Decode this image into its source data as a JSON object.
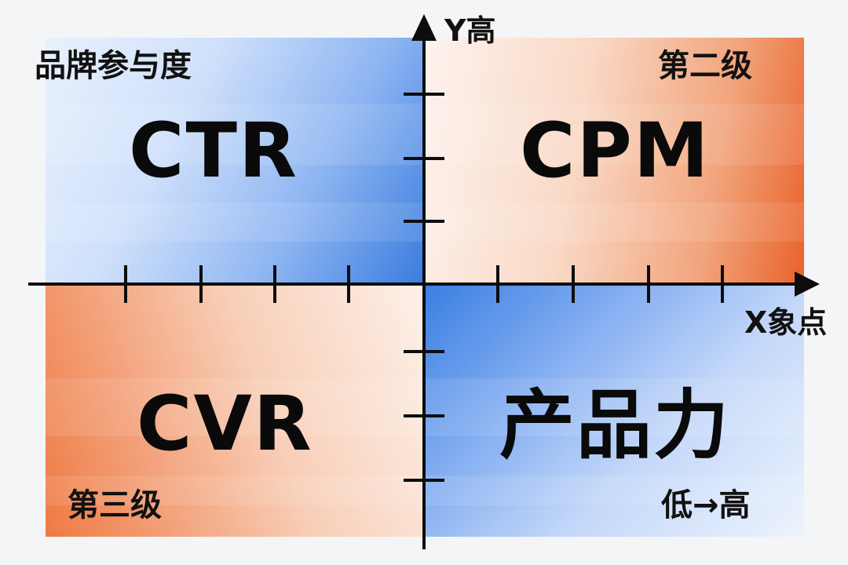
{
  "axes": {
    "y_label": "Y高",
    "x_label": "X象点"
  },
  "quadrants": {
    "top_left": {
      "corner_label": "品牌参与度",
      "main_label": "CTR",
      "color": "#3b7de0"
    },
    "top_right": {
      "corner_label": "第二级",
      "main_label": "CPM",
      "color": "#e9622a"
    },
    "bottom_left": {
      "corner_label": "第三级",
      "main_label": "CVR",
      "color": "#ef7a43"
    },
    "bottom_right": {
      "corner_label": "低→高",
      "main_label": "产品力",
      "color": "#3a7fe2"
    }
  },
  "colors": {
    "axis": "#0d0d0d",
    "background": "#f4f5f7"
  }
}
